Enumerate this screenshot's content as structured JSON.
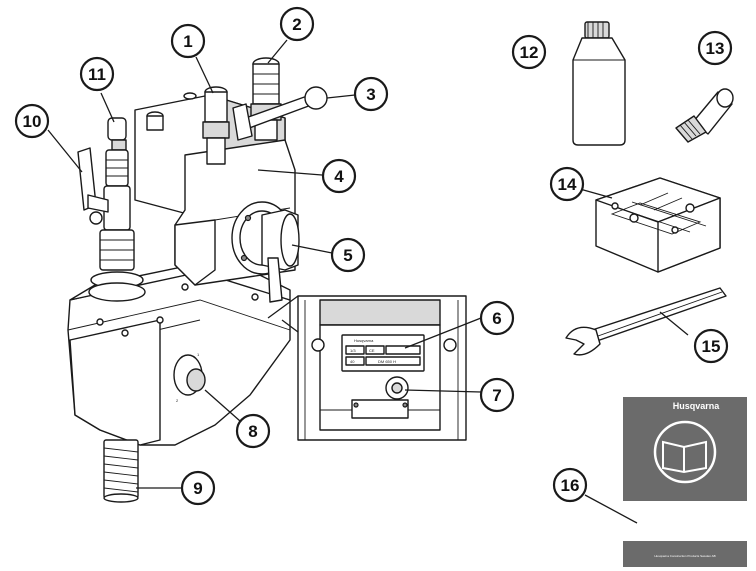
{
  "callouts": [
    {
      "id": 1,
      "label": "1"
    },
    {
      "id": 2,
      "label": "2"
    },
    {
      "id": 3,
      "label": "3"
    },
    {
      "id": 4,
      "label": "4"
    },
    {
      "id": 5,
      "label": "5"
    },
    {
      "id": 6,
      "label": "6"
    },
    {
      "id": 7,
      "label": "7"
    },
    {
      "id": 8,
      "label": "8"
    },
    {
      "id": 9,
      "label": "9"
    },
    {
      "id": 10,
      "label": "10"
    },
    {
      "id": 11,
      "label": "11"
    },
    {
      "id": 12,
      "label": "12"
    },
    {
      "id": 13,
      "label": "13"
    },
    {
      "id": 14,
      "label": "14"
    },
    {
      "id": 15,
      "label": "15"
    },
    {
      "id": 16,
      "label": "16"
    }
  ],
  "rating_plate": {
    "brand": "Husqvarna",
    "cell_1": "1/3",
    "cell_2": "CE",
    "cell_3": "40",
    "cell_4": "DM 650 H"
  },
  "manual": {
    "brand": "Husqvarna",
    "footer_text": "Husqvarna Construction Products Sweden AB"
  },
  "colors": {
    "line": "#1a1a1a",
    "manual_grey": "#6b6b6b",
    "background": "#ffffff"
  }
}
